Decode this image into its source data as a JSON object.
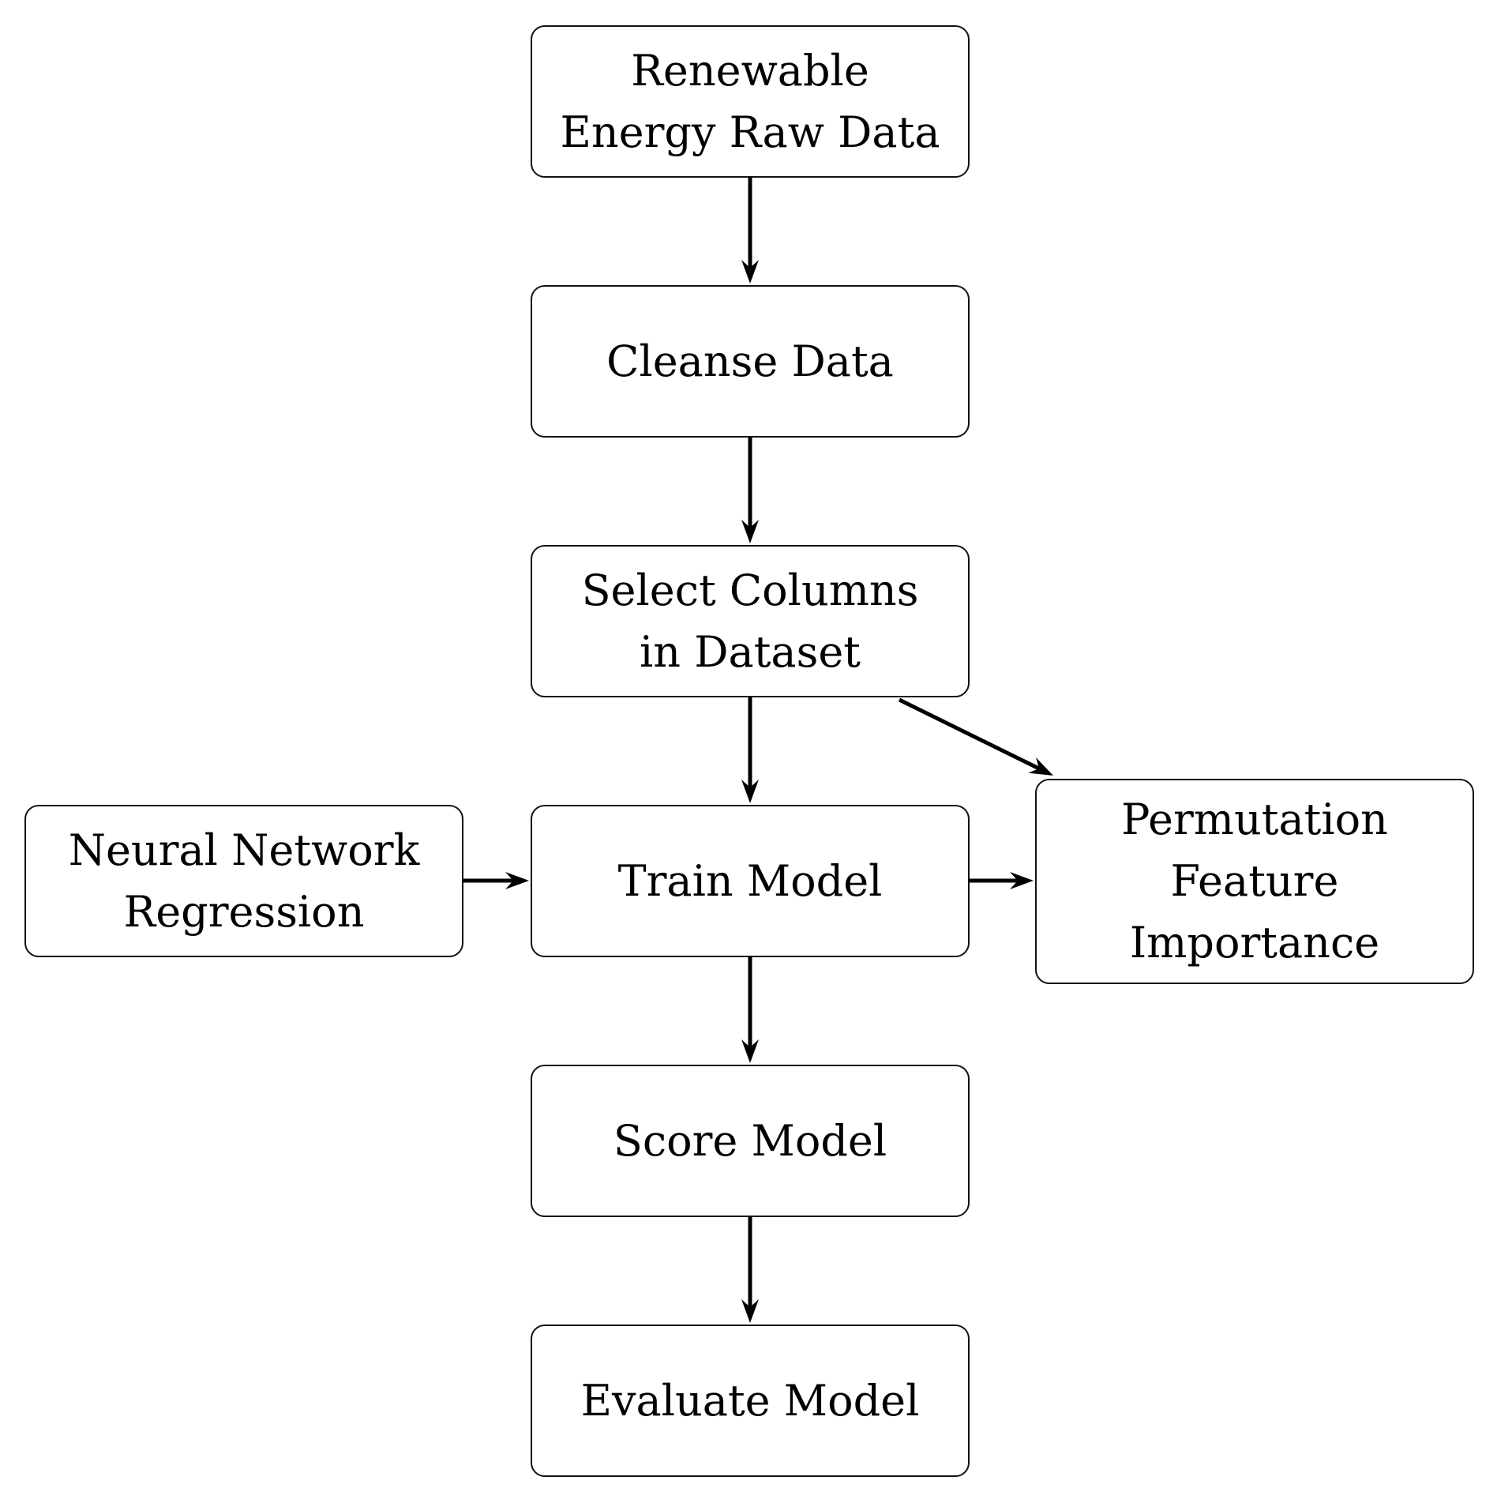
{
  "diagram": {
    "nodes": [
      {
        "id": "raw-data",
        "lines": [
          "Renewable",
          "Energy Raw Data"
        ]
      },
      {
        "id": "cleanse",
        "lines": [
          "Cleanse Data"
        ]
      },
      {
        "id": "select-columns",
        "lines": [
          "Select Columns",
          "in Dataset"
        ]
      },
      {
        "id": "train",
        "lines": [
          "Train Model"
        ]
      },
      {
        "id": "neural-network",
        "lines": [
          "Neural Network",
          "Regression"
        ]
      },
      {
        "id": "permutation",
        "lines": [
          "Permutation",
          "Feature",
          "Importance"
        ]
      },
      {
        "id": "score",
        "lines": [
          "Score Model"
        ]
      },
      {
        "id": "evaluate",
        "lines": [
          "Evaluate Model"
        ]
      }
    ],
    "edges": [
      {
        "from": "raw-data",
        "to": "cleanse"
      },
      {
        "from": "cleanse",
        "to": "select-columns"
      },
      {
        "from": "select-columns",
        "to": "train"
      },
      {
        "from": "select-columns",
        "to": "permutation"
      },
      {
        "from": "neural-network",
        "to": "train"
      },
      {
        "from": "train",
        "to": "permutation"
      },
      {
        "from": "train",
        "to": "score"
      },
      {
        "from": "score",
        "to": "evaluate"
      }
    ]
  }
}
